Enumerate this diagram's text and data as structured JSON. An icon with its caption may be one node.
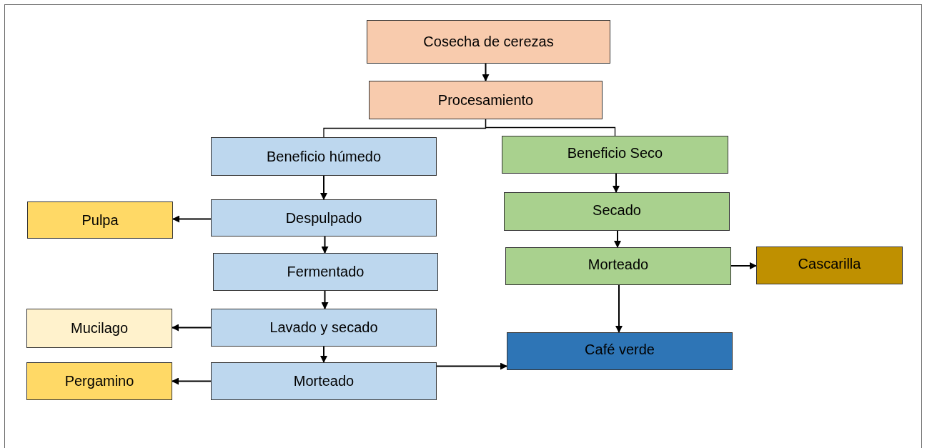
{
  "diagram": {
    "nodes": [
      {
        "text": [
          "Cosecha de cerezas"
        ]
      },
      {
        "text": [
          "Procesamiento"
        ]
      },
      {
        "text": [
          "Beneficio húmedo"
        ]
      },
      {
        "text": [
          "Beneficio Seco"
        ]
      },
      {
        "text": [
          "Pulpa"
        ]
      },
      {
        "text": [
          "Despulpado"
        ]
      },
      {
        "text": [
          "Secado"
        ]
      },
      {
        "text": [
          "Morteado"
        ]
      },
      {
        "text": [
          "Cascarilla"
        ]
      },
      {
        "text": [
          "Fermentado"
        ]
      },
      {
        "text": [
          "Mucilago"
        ]
      },
      {
        "text": [
          "Lavado y secado"
        ]
      },
      {
        "text": [
          "Café verde"
        ]
      },
      {
        "text": [
          "Pergamino"
        ]
      },
      {
        "text": [
          "Morteado"
        ]
      }
    ],
    "edges": [
      {
        "from": 0,
        "to": 1,
        "arrow": "to"
      },
      {
        "from": 1,
        "to": 2,
        "arrow": "none"
      },
      {
        "from": 1,
        "to": 3,
        "arrow": "none"
      },
      {
        "from": 2,
        "to": 5,
        "arrow": "to"
      },
      {
        "from": 5,
        "to": 4,
        "arrow": "to"
      },
      {
        "from": 5,
        "to": 9,
        "arrow": "to"
      },
      {
        "from": 9,
        "to": 11,
        "arrow": "to"
      },
      {
        "from": 11,
        "to": 10,
        "arrow": "to"
      },
      {
        "from": 11,
        "to": 14,
        "arrow": "to"
      },
      {
        "from": 14,
        "to": 13,
        "arrow": "to"
      },
      {
        "from": 14,
        "to": 12,
        "arrow": "to"
      },
      {
        "from": 3,
        "to": 6,
        "arrow": "to"
      },
      {
        "from": 6,
        "to": 7,
        "arrow": "to"
      },
      {
        "from": 7,
        "to": 8,
        "arrow": "to"
      },
      {
        "from": 7,
        "to": 12,
        "arrow": "to"
      }
    ]
  }
}
